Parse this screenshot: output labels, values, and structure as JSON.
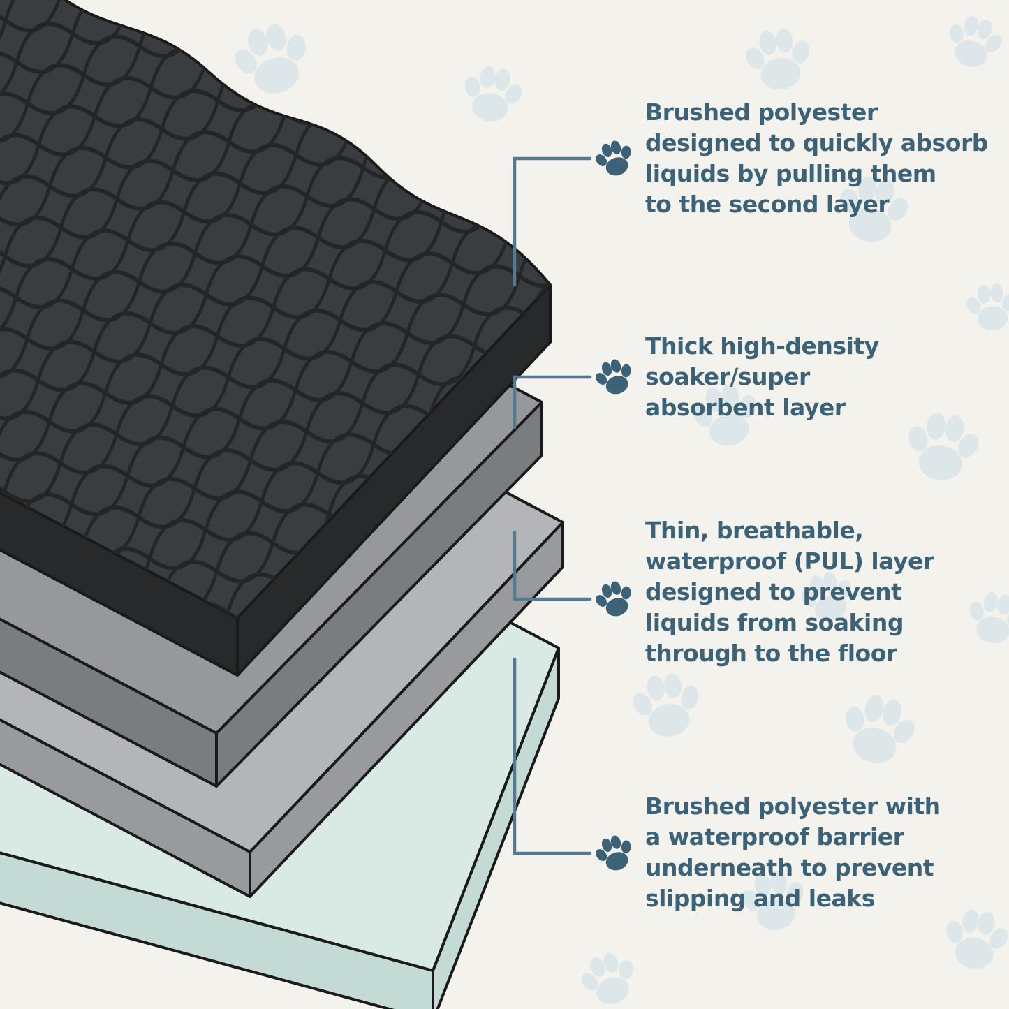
{
  "colors": {
    "bg": "#f4f2ec",
    "paw_faint": "#cfdfe8",
    "outline": "#1a1a1a",
    "callout_line": "#527a93",
    "text": "#3c6278",
    "icon": "#3c6278",
    "layer1_top": "#3a3d3f",
    "layer1_side": "#28292b",
    "layer1_pattern": "#232527",
    "layer2_top": "#96989b",
    "layer2_side": "#7a7d80",
    "layer3_top": "#b3b5b8",
    "layer3_side": "#989a9d",
    "layer4_top": "#d9eae5",
    "layer4_side": "#c3dbd4"
  },
  "callouts": [
    {
      "text": "Brushed polyester\ndesigned to quickly absorb\nliquids by pulling them\nto the second layer"
    },
    {
      "text": "Thick high-density\nsoaker/super\nabsorbent layer"
    },
    {
      "text": "Thin, breathable,\nwaterproof (PUL) layer\ndesigned to prevent\nliquids from soaking\nthrough to the floor"
    },
    {
      "text": "Brushed polyester with\na waterproof barrier\nunderneath to prevent\nslipping and leaks"
    }
  ]
}
